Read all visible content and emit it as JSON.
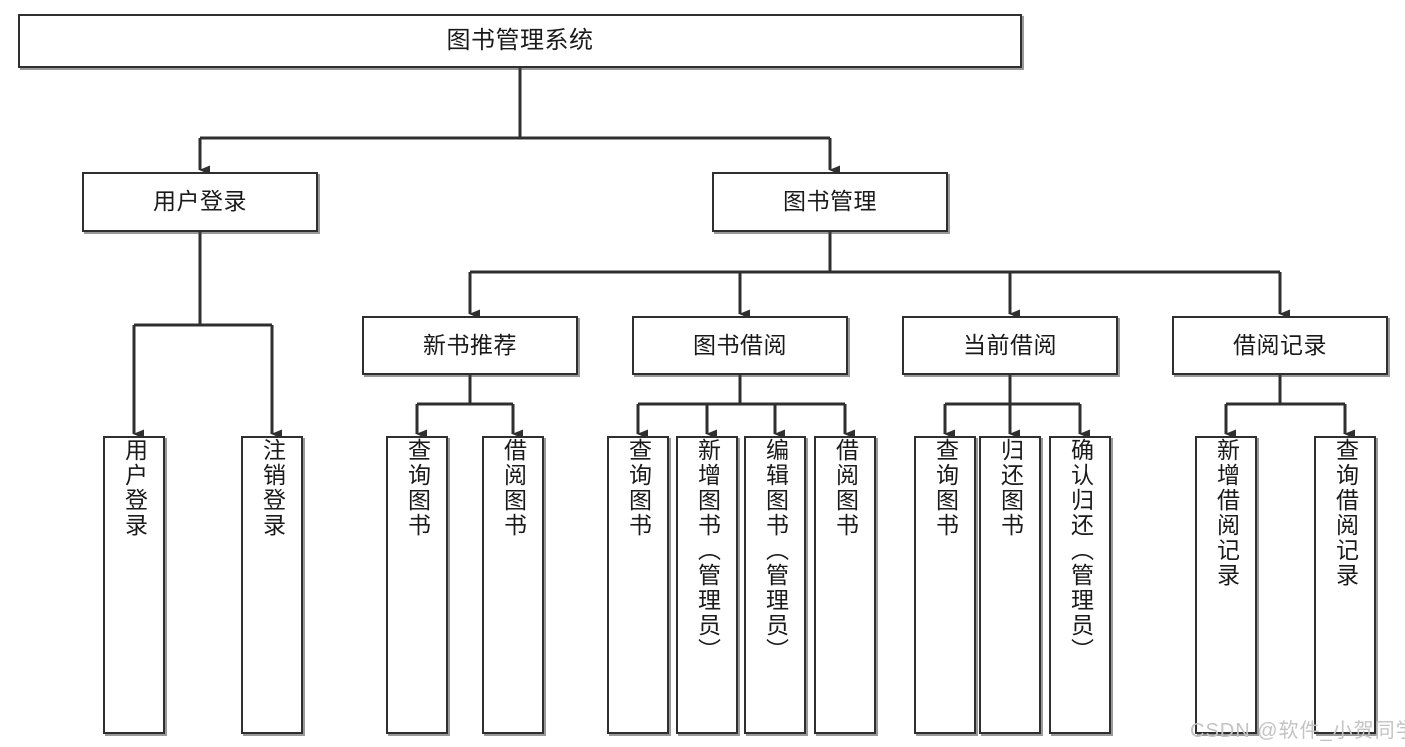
{
  "diagram": {
    "title": "图书管理系统",
    "type": "tree-hierarchy-chart",
    "colors": {
      "box_border": "#2f2f2f",
      "box_fill": "#ffffff",
      "edge": "#2f2f2f",
      "text": "#1a1a1a",
      "watermark": "#c3c3c3"
    },
    "watermark": "CSDN @软件_小贺同学",
    "nodes": {
      "root": {
        "label": "图书管理系统"
      },
      "level2": [
        {
          "id": "user-login",
          "label": "用户登录"
        },
        {
          "id": "book-manage",
          "label": "图书管理"
        }
      ],
      "level3": [
        {
          "id": "new-book-recommend",
          "label": "新书推荐"
        },
        {
          "id": "book-borrow",
          "label": "图书借阅"
        },
        {
          "id": "current-borrow",
          "label": "当前借阅"
        },
        {
          "id": "borrow-record",
          "label": "借阅记录"
        }
      ],
      "leaves": {
        "user-login": [
          {
            "id": "leaf-user-login",
            "label": "用户登录"
          },
          {
            "id": "leaf-logout-login",
            "label": "注销登录"
          }
        ],
        "new-book-recommend": [
          {
            "id": "leaf-query-book-1",
            "label": "查询图书"
          },
          {
            "id": "leaf-borrow-book-1",
            "label": "借阅图书"
          }
        ],
        "book-borrow": [
          {
            "id": "leaf-query-book-2",
            "label": "查询图书"
          },
          {
            "id": "leaf-add-book-admin",
            "label": "新增图书（管理员）"
          },
          {
            "id": "leaf-edit-book-admin",
            "label": "编辑图书（管理员）"
          },
          {
            "id": "leaf-borrow-book-2",
            "label": "借阅图书"
          }
        ],
        "current-borrow": [
          {
            "id": "leaf-query-book-3",
            "label": "查询图书"
          },
          {
            "id": "leaf-return-book",
            "label": "归还图书"
          },
          {
            "id": "leaf-confirm-return-admin",
            "label": "确认归还（管理员）"
          }
        ],
        "borrow-record": [
          {
            "id": "leaf-add-borrow-record",
            "label": "新增借阅记录"
          },
          {
            "id": "leaf-query-borrow-record",
            "label": "查询借阅记录"
          }
        ]
      }
    }
  }
}
